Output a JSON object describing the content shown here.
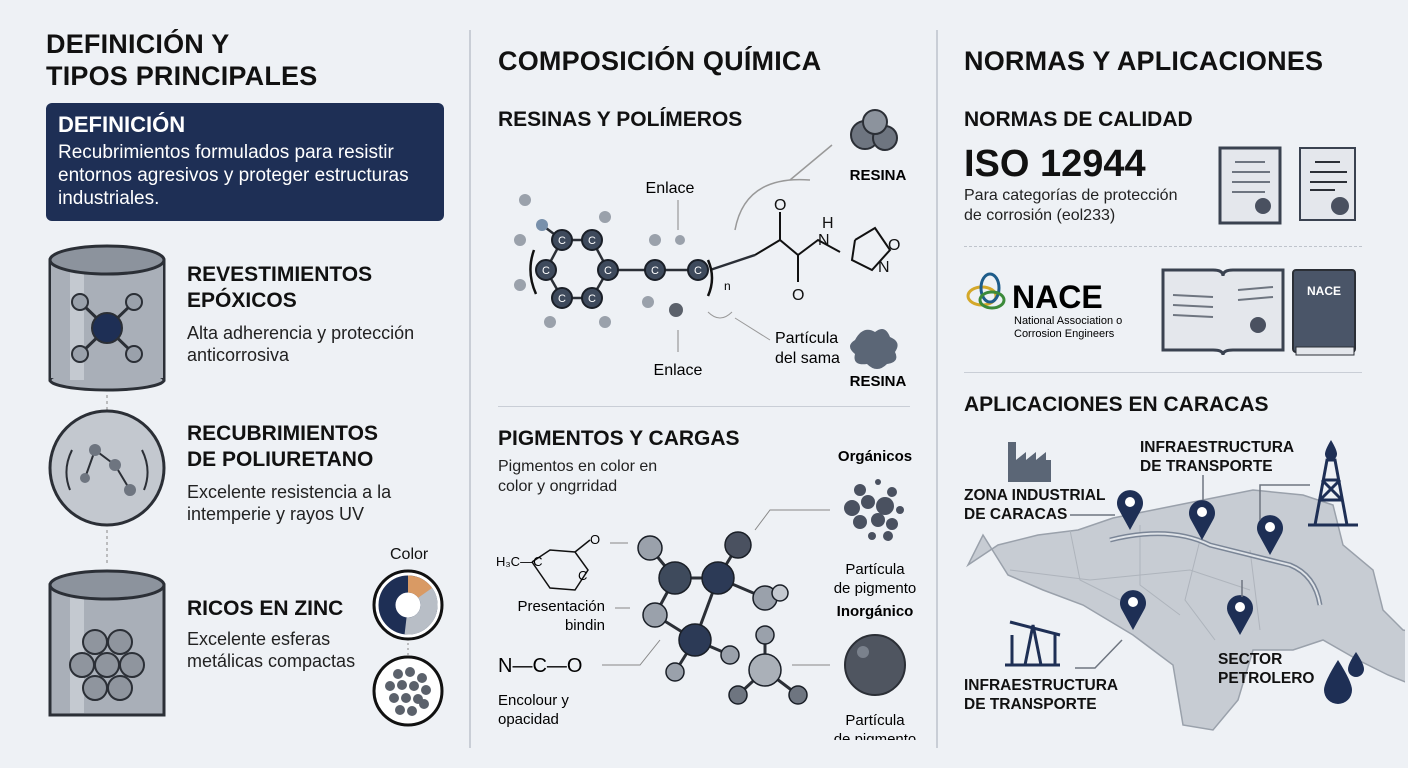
{
  "col1": {
    "title_line1": "DEFINICIÓN Y",
    "title_line2": "TIPOS PRINCIPALES",
    "definition": {
      "heading": "DEFINICIÓN",
      "text": "Recubrimientos formulados para resistir entornos agresivos y proteger estructuras industriales."
    },
    "types": [
      {
        "title_line1": "REVESTIMIENTOS",
        "title_line2": "EPÓXICOS",
        "desc_line1": "Alta adherencia y protección",
        "desc_line2": "anticorrosiva",
        "icon": "epoxy-cylinder-icon"
      },
      {
        "title_line1": "RECUBRIMIENTOS",
        "title_line2": "DE POLIURETANO",
        "desc_line1": "Excelente resistencia a la",
        "desc_line2": "intemperie y rayos UV",
        "icon": "polymer-sphere-icon"
      },
      {
        "title_line1": "RICOS EN ZINC",
        "title_line2": "",
        "desc_line1": "Excelente esferas",
        "desc_line2": "metálicas compactas",
        "icon": "zinc-cylinder-icon"
      }
    ],
    "color_label": "Color",
    "colors": {
      "navy": "#1e2f55",
      "orange": "#d99a64",
      "gray": "#b8bec6"
    }
  },
  "col2": {
    "title": "COMPOSICIÓN QUÍMICA",
    "resins": {
      "heading": "RESINAS Y POLÍMEROS",
      "bond_top": "Enlace",
      "bond_bottom": "Enlace",
      "subscript": "n",
      "resin_label_top": "RESINA",
      "particle_label_line1": "Partícula",
      "particle_label_line2": "del sama",
      "resin_label_bottom": "RESINA",
      "atom": "C"
    },
    "pigments": {
      "heading": "PIGMENTOS Y CARGAS",
      "desc_line1": "Pigmentos en color en",
      "desc_line2": "color y ongrridad",
      "presentation_line1": "Presentación",
      "presentation_line2": "bindin",
      "formula": "N—C—O",
      "encolour_line1": "Encolour y",
      "encolour_line2": "opacidad",
      "organic": "Orgánicos",
      "inorganic": "Inorgánico",
      "particle_line1": "Partícula",
      "particle_line2": "de pigmento"
    }
  },
  "col3": {
    "title": "NORMAS Y APLICACIONES",
    "standards": {
      "heading": "NORMAS DE CALIDAD",
      "iso": "ISO 12944",
      "iso_desc_line1": "Para categorías de protección",
      "iso_desc_line2": "de corrosión (eol233)",
      "nace_logo": "NACE",
      "nace_line1": "National Association of",
      "nace_line2": "Corrosion Engineers",
      "book_label": "NACE"
    },
    "applications": {
      "heading": "APLICACIONES EN CARACAS",
      "zona_line1": "ZONA INDUSTRIAL",
      "zona_line2": "DE CARACAS",
      "infra_top_line1": "INFRAESTRUCTURA",
      "infra_top_line2": "DE TRANSPORTE",
      "infra_bottom_line1": "INFRAESTRUCTURA",
      "infra_bottom_line2": "DE TRANSPORTE",
      "sector_line1": "SECTOR",
      "sector_line2": "PETROLERO"
    }
  }
}
